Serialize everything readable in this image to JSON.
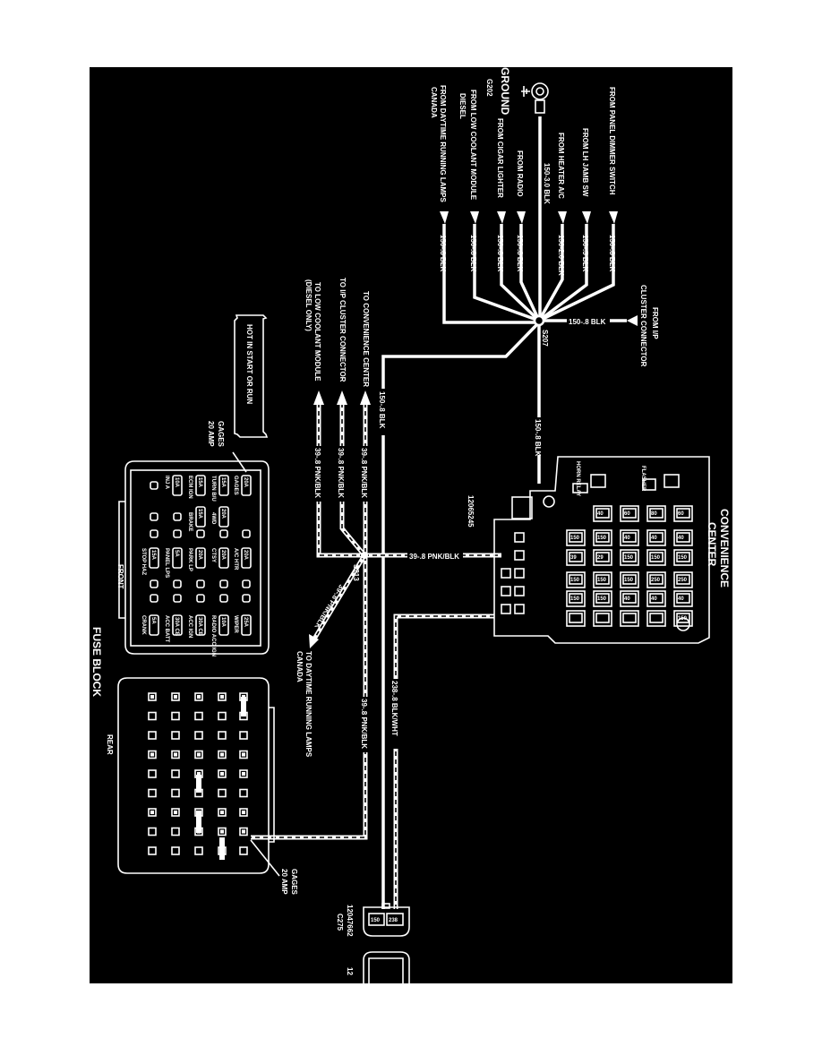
{
  "colors": {
    "background": "#000000",
    "lines": "#ffffff",
    "page": "#ffffff"
  },
  "sources": {
    "dimmer": {
      "label": "FROM PANEL DIMMER SWITCH",
      "wire": "150-.8 BLK"
    },
    "jamb": {
      "label": "FROM LH JAMB SW",
      "wire": "150-.5 BLK"
    },
    "heater": {
      "label": "FROM HEATER A/C",
      "wire": "150-2.0 BLK"
    },
    "ground": {
      "label": "GROUND",
      "id": "G202",
      "wire": "150-3.0 BLK"
    },
    "radio": {
      "label": "FROM RADIO",
      "wire": "150-.8 BLK"
    },
    "cigar": {
      "label": "FROM CIGAR LIGHTER",
      "wire": "150-.8 BLK"
    },
    "coolant": {
      "label": "FROM LOW COOLANT MODULE",
      "note": "DIESEL",
      "wire": "150-.8 BLK"
    },
    "drl": {
      "label": "FROM DAYTIME RUNNING LAMPS",
      "note": "CANADA",
      "wire": "150-.8 BLK"
    },
    "ip": {
      "label1": "FROM I/P",
      "label2": "CLUSTER CONNECTOR",
      "wire": "150-.8 BLK"
    }
  },
  "splices": {
    "s207": "S207",
    "s213": "S213"
  },
  "wires": {
    "to_conv_150": "150-.8 BLK",
    "to_c275_150": "150-.8 BLK",
    "w238": "238-.8 BLK/WHT",
    "pnk_conv": "39-.8 PNK/BLK",
    "pnk_ip": "39-.8 PNK/BLK",
    "pnk_cool": "39-.8 PNK/BLK",
    "pnk_cc": "39-.8 PNK/BLK",
    "pnk_drl": "39-.8 PNK/BLK",
    "pnk_rear": "39-.8 PNK/BLK"
  },
  "destinations": {
    "conv": "TO CONVENIENCE CENTER",
    "ip": "TO I/P CLUSTER CONNECTOR",
    "coolant1": "TO LOW COOLANT MODULE",
    "coolant2": "(DIESEL ONLY)",
    "drl1": "TO DAYTIME RUNNING LAMPS",
    "drl2": "CANADA"
  },
  "hot_note": "HOT IN START OR RUN",
  "gages_front": {
    "l1": "GAGES",
    "l2": "20 AMP"
  },
  "gages_rear": {
    "l1": "GAGES",
    "l2": "20 AMP"
  },
  "fuse_block": {
    "title": "FUSE BLOCK",
    "front": "FRONT",
    "rear": "REAR",
    "fuses": [
      {
        "amp": "20A",
        "name": "GAGES"
      },
      {
        "amp": "20A",
        "name": "A/C HTR"
      },
      {
        "amp": "25A",
        "name": "WIPER"
      },
      {
        "amp": "15A",
        "name": "TURN B/U"
      },
      {
        "amp": "20A",
        "name": "4WD"
      },
      {
        "amp": "20A",
        "name": "CTSY"
      },
      {
        "amp": "10A",
        "name": "RADIO ACC IGN"
      },
      {
        "amp": "15A",
        "name": "ECM IGN"
      },
      {
        "amp": "15A",
        "name": "BRAKE"
      },
      {
        "amp": "20A",
        "name": "PARK LP"
      },
      {
        "amp": "30A CB",
        "name": "ACC IGN"
      },
      {
        "amp": "10A",
        "name": "INJ A"
      },
      {
        "amp": "5A",
        "name": "PANEL LPS"
      },
      {
        "amp": "30A CB",
        "name": "ACC BATT"
      },
      {
        "amp": "15A",
        "name": "STOP HAZ"
      },
      {
        "amp": "5A",
        "name": "CRANK"
      }
    ]
  },
  "convenience_center": {
    "title1": "CONVENIENCE",
    "title2": "CENTER",
    "part": "12065245",
    "flasher": "FLASHER",
    "horn": "HORN RELAY",
    "cells": [
      "60",
      "80",
      "60",
      "40",
      "40",
      "40",
      "40",
      "150",
      "150",
      "150",
      "150",
      "150",
      "29",
      "39",
      "250",
      "250",
      "150",
      "150",
      "150",
      "40",
      "40",
      "40",
      "150",
      "150",
      "150"
    ]
  },
  "connector": {
    "part": "12047662",
    "id": "C275",
    "pin1": "150",
    "pin2": "238",
    "next_part": "12"
  }
}
